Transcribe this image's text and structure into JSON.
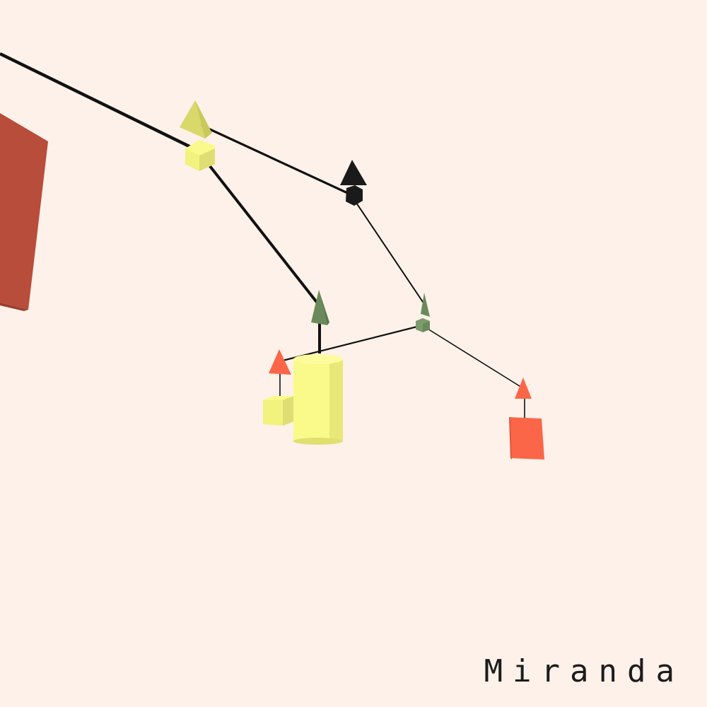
{
  "scene": {
    "background": "#fdf1e9",
    "caption": "Miranda",
    "colors": {
      "red_panel": "#b74d3a",
      "yellow": "#fafa8a",
      "olive_green": "#6b8a5c",
      "black": "#1a1a1a",
      "tomato": "#fa6647"
    },
    "objects": [
      "red-panel",
      "yellow-pyramid-top",
      "yellow-cube-joint",
      "black-cone",
      "black-hexagon-joint",
      "green-cone-left",
      "green-cone-right",
      "green-cube-joint",
      "tomato-cone-left",
      "yellow-small-cube",
      "yellow-cylinder",
      "tomato-cone-right",
      "tomato-square"
    ]
  }
}
